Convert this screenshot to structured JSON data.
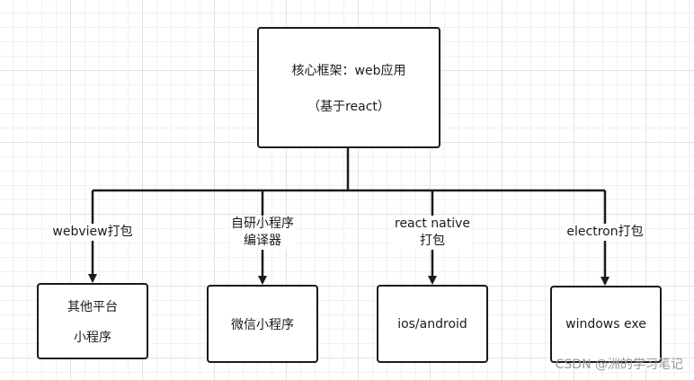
{
  "diagram": {
    "root": {
      "lines": [
        "核心框架：web应用",
        "（基于react）"
      ]
    },
    "edges": [
      {
        "label_lines": [
          "webview打包"
        ]
      },
      {
        "label_lines": [
          "自研小程序",
          "编译器"
        ]
      },
      {
        "label_lines": [
          "react native",
          "打包"
        ]
      },
      {
        "label_lines": [
          "electron打包"
        ]
      }
    ],
    "leaves": [
      {
        "lines": [
          "其他平台",
          "小程序"
        ]
      },
      {
        "lines": [
          "微信小程序"
        ]
      },
      {
        "lines": [
          "ios/android"
        ]
      },
      {
        "lines": [
          "windows exe"
        ]
      }
    ]
  },
  "watermark": {
    "text": "CSDN @洲的学习笔记"
  },
  "colors": {
    "stroke": "#1a1a1a",
    "grid": "#e2e2e2",
    "watermark": "#9a9a9a"
  }
}
